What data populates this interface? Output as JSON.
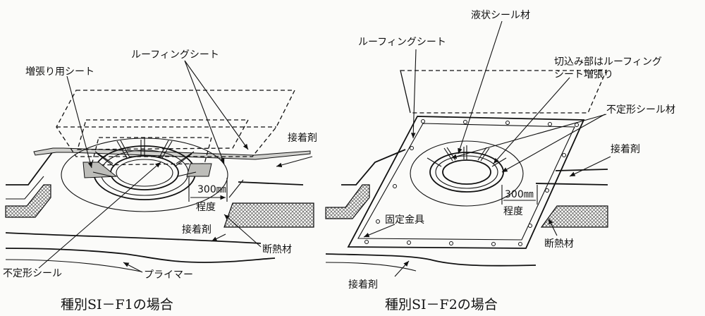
{
  "left": {
    "caption": "種別SI－F1の場合",
    "labels": {
      "reinforcement_sheet": "増張り用シート",
      "roofing_sheet": "ルーフィングシート",
      "adhesive_upper": "接着剤",
      "dimension": "300㎜",
      "extent": "程度",
      "adhesive_lower": "接着剤",
      "insulation": "断熱材",
      "sealant": "不定形シール",
      "primer": "プライマー"
    }
  },
  "right": {
    "caption": "種別SI－F2の場合",
    "labels": {
      "liquid_seal": "液状シール材",
      "roofing_sheet": "ルーフィングシート",
      "cut_note_line1": "切込み部はルーフィング",
      "cut_note_line2": "シート増張り",
      "sealant": "不定形シール材",
      "adhesive_upper": "接着剤",
      "dimension": "300㎜",
      "extent": "程度",
      "fixing_bracket": "固定金具",
      "insulation": "断熱材",
      "adhesive_lower": "接着剤"
    }
  },
  "colors": {
    "line": "#111111",
    "hatch": "#444444",
    "sheet_fill": "#d9d9d6"
  }
}
